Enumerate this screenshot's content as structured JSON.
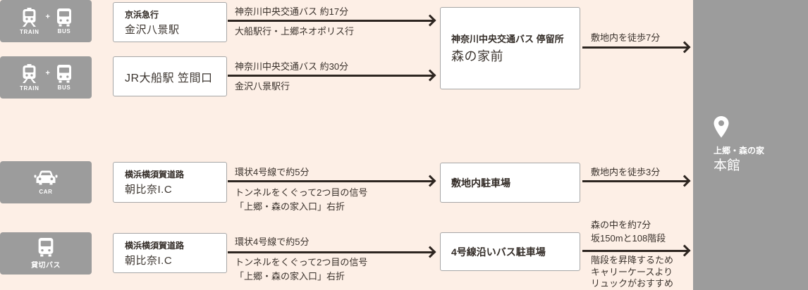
{
  "colors": {
    "background": "#fdefe6",
    "mode_box_gray": "#9c9c9c",
    "destination_panel_gray": "#9c9c9c",
    "arrow": "#2d2520",
    "text": "#3a322c",
    "box_border": "#a6a6a6",
    "box_fill": "#ffffff",
    "icon_white": "#ffffff"
  },
  "modes": {
    "train_bus": {
      "train_label": "TRAIN",
      "plus": "+",
      "bus_label": "BUS"
    },
    "car": {
      "label": "CAR"
    },
    "charter_bus": {
      "label": "貸切バス"
    }
  },
  "boxes": {
    "keihin": {
      "line1": "京浜急行",
      "line2": "金沢八景駅"
    },
    "ofuna": {
      "line1": "JR大船駅 笠間口"
    },
    "asahina": {
      "line1": "横浜横須賀道路",
      "line2": "朝比奈I.C"
    },
    "bus_stop": {
      "line1": "神奈川中央交通バス 停留所",
      "line2": "森の家前"
    },
    "site_parking": {
      "line1": "敷地内駐車場"
    },
    "bus_parking": {
      "line1": "4号線沿いバス駐車場"
    }
  },
  "arrows": {
    "keihin_to_stop": {
      "above": "神奈川中央交通バス 約17分",
      "below": "大船駅行・上郷ネオポリス行"
    },
    "ofuna_to_stop": {
      "above": "神奈川中央交通バス 約30分",
      "below": "金沢八景駅行"
    },
    "stop_to_honkan": {
      "above": "敷地内を徒歩7分"
    },
    "ic_to_parking": {
      "above": "環状4号線で約5分",
      "below1": "トンネルをくぐって2つ目の信号",
      "below2": "「上郷・森の家入口」右折"
    },
    "parking_to_honkan": {
      "above": "敷地内を徒歩3分"
    },
    "ic_to_busparking": {
      "above": "環状4号線で約5分",
      "below1": "トンネルをくぐって2つ目の信号",
      "below2": "「上郷・森の家入口」右折"
    },
    "busparking_to_honkan": {
      "above1": "森の中を約7分",
      "above2": "坂150mと108階段",
      "below1": "階段を昇降するため",
      "below2": "キャリーケースより",
      "below3": "リュックがおすすめ"
    }
  },
  "destination": {
    "line1": "上郷・森の家",
    "line2": "本館"
  }
}
